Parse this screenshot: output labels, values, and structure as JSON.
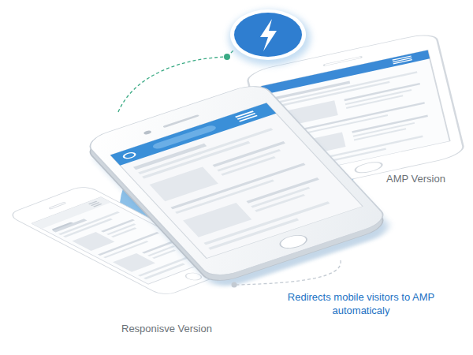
{
  "diagram": {
    "labels": [
      "AMP Version",
      "Responisve Version",
      "Redirects mobile visitors to AMP automaticaly"
    ]
  }
}
